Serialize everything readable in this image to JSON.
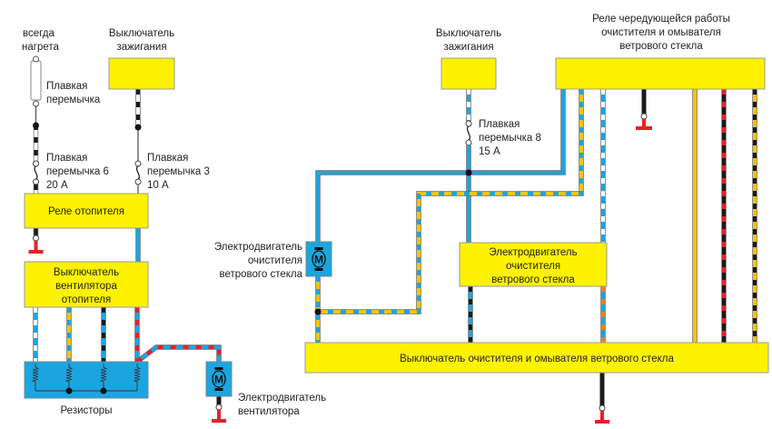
{
  "diagram": {
    "left": {
      "always_heated_label": [
        "всегда",
        "нагрета"
      ],
      "fusible_link_label": [
        "Плавкая",
        "перемычка"
      ],
      "ignition_switch_label": [
        "Выключатель",
        "зажигания"
      ],
      "fuse6_label": [
        "Плавкая",
        "перемычка 6",
        "20 А"
      ],
      "fuse3_label": [
        "Плавкая",
        "перемычка 3",
        "10 А"
      ],
      "heater_relay_label": "Реле отопителя",
      "fan_switch_label": [
        "Выключатель",
        "вентилятора",
        "отопителя"
      ],
      "resistors_label": "Резисторы",
      "fan_motor_label": [
        "Электродвигатель",
        "вентилятора"
      ],
      "motor_symbol": "M"
    },
    "right": {
      "ignition_switch_label": [
        "Выключатель",
        "зажигания"
      ],
      "fuse8_label": [
        "Плавкая",
        "перемычка 8",
        "15 А"
      ],
      "intermittent_relay_label": [
        "Реле чередующейся работы",
        "очистителя и омывателя",
        "ветрового стекла"
      ],
      "wiper_motor_label": [
        "Электродвигатель",
        "очистителя",
        "ветрового стекла"
      ],
      "wiper_motor_box_label": [
        "Электродвигатель",
        "очистителя",
        "ветрового стекла"
      ],
      "wiper_switch_label": "Выключатель очистителя и омывателя ветрового стекла",
      "motor_symbol": "M"
    },
    "colors": {
      "component_yellow": "#fff200",
      "wire_blue": "#1ba5e0",
      "wire_yellow": "#f5c400",
      "wire_black": "#1a1a1a",
      "wire_red": "#e8202a",
      "wire_orange": "#f08020",
      "ground_red": "#e8202a"
    }
  }
}
